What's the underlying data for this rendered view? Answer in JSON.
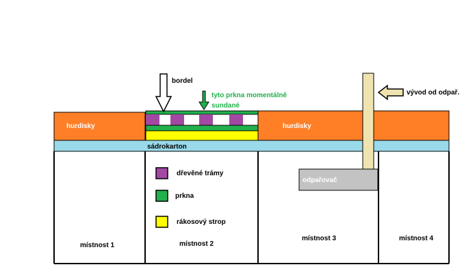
{
  "labels": {
    "bordel": "bordel",
    "planks_removed_line1": "tyto prkna momentálně",
    "planks_removed_line2": "sundané",
    "exhaust_outlet": "vývod od odpař.",
    "hurdisky_left": "hurdisky",
    "hurdisky_right": "hurdisky",
    "sadrokarton": "sádrokarton",
    "odparovac": "odpařovač"
  },
  "legend": [
    {
      "key": "wood_beams",
      "label": "dřevěné trámy",
      "color": "#a349a4"
    },
    {
      "key": "planks",
      "label": "prkna",
      "color": "#22b14c"
    },
    {
      "key": "reed_ceiling",
      "label": "rákosový strop",
      "color": "#ffff00"
    }
  ],
  "rooms": [
    {
      "label": "místnost 1"
    },
    {
      "label": "místnost 2"
    },
    {
      "label": "místnost 3"
    },
    {
      "label": "místnost 4"
    }
  ],
  "colors": {
    "hurdisky": "#ff7f27",
    "sadrokarton": "#99d9ea",
    "beams": "#a349a4",
    "planks": "#22b14c",
    "reed": "#ffff00",
    "pipe": "#efe4b0",
    "evaporator": "#c3c3c3",
    "line": "#000000"
  }
}
